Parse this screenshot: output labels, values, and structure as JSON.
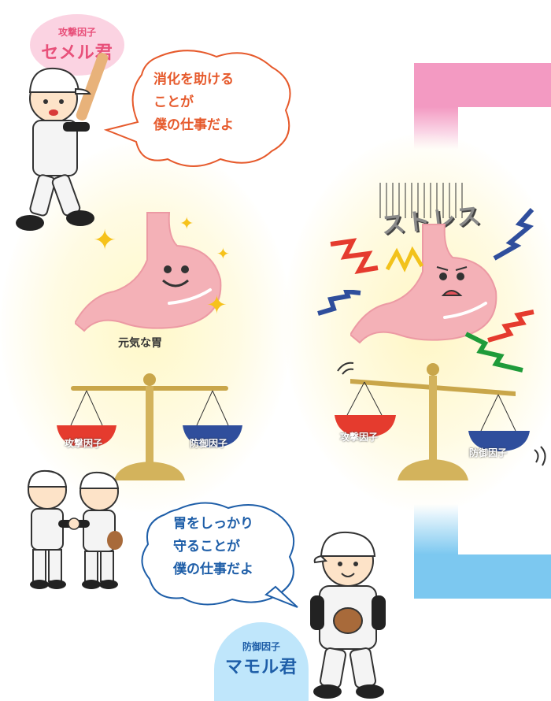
{
  "attacker": {
    "role_label": "攻撃因子",
    "name": "セメル君",
    "speech": [
      "消化を助ける",
      "ことが",
      "僕の仕事だよ"
    ]
  },
  "defender": {
    "role_label": "防御因子",
    "name": "マモル君",
    "speech": [
      "胃をしっかり",
      "守ることが",
      "僕の仕事だよ"
    ]
  },
  "healthy": {
    "caption": "元気な胃",
    "left_pan": "攻撃因子",
    "right_pan": "防御因子"
  },
  "stressed": {
    "stress_word": "ストレス",
    "left_pan": "攻撃因子",
    "right_pan": "防御因子"
  },
  "colors": {
    "pink_bar": "#f39ac2",
    "blue_bar": "#7cc8f0",
    "attack_red": "#e53b2e",
    "defense_blue": "#2f4e9c",
    "speech_red": "#e65a2c",
    "speech_blue": "#1e5ea8"
  }
}
